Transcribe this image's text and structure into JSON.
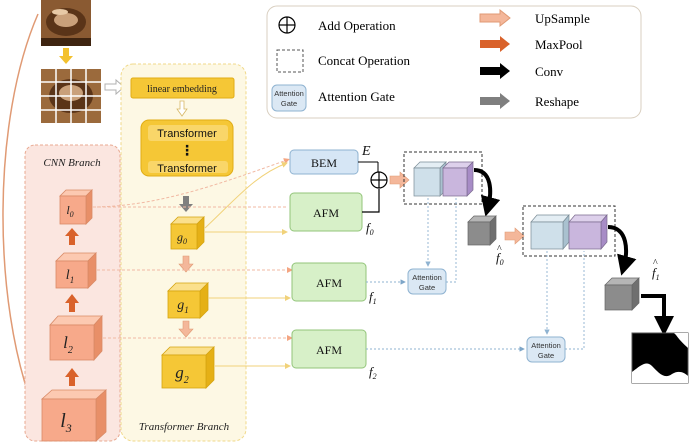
{
  "legend": {
    "add_operation": "Add Operation",
    "concat_operation": "Concat Operation",
    "attention_gate": "Attention Gate",
    "attention_gate_icon_line1": "Attention",
    "attention_gate_icon_line2": "Gate",
    "upsample": "UpSample",
    "maxpool": "MaxPool",
    "conv": "Conv",
    "reshape": "Reshape"
  },
  "cnn_branch": {
    "title": "CNN Branch",
    "blocks": [
      {
        "base": "l",
        "sub": "0"
      },
      {
        "base": "l",
        "sub": "1"
      },
      {
        "base": "l",
        "sub": "2"
      },
      {
        "base": "l",
        "sub": "3"
      }
    ]
  },
  "transformer_branch": {
    "title": "Transformer Branch",
    "linear_embedding": "linear embedding",
    "transformer_top": "Transformer",
    "transformer_dots": "⋮",
    "transformer_bottom": "Transformer",
    "blocks": [
      {
        "base": "g",
        "sub": "0"
      },
      {
        "base": "g",
        "sub": "1"
      },
      {
        "base": "g",
        "sub": "2"
      }
    ]
  },
  "modules": {
    "bem": "BEM",
    "afm": "AFM",
    "e_label": "E",
    "f0_base": "f",
    "f0_sub": "0",
    "f1_base": "f",
    "f1_sub": "1",
    "f2_base": "f",
    "f2_sub": "2",
    "attention_line1": "Attention",
    "attention_line2": "Gate"
  },
  "outputs": {
    "f0_hat_base": "f",
    "f0_hat_sub": "0",
    "f1_hat_base": "f",
    "f1_hat_sub": "1",
    "hat": "^"
  },
  "colors": {
    "upsample": "#f4a582",
    "maxpool": "#d9622b",
    "conv": "#000000",
    "reshape": "#7f7f7f",
    "cnn_block": "#f7a98a",
    "transformer_block": "#f7d34a",
    "afm": "#d7f0c8",
    "bem": "#d6e6f5",
    "cube_blue": "#cfe0ea",
    "cube_purple": "#c9b6dd",
    "cube_gray": "#8c8c8c"
  }
}
